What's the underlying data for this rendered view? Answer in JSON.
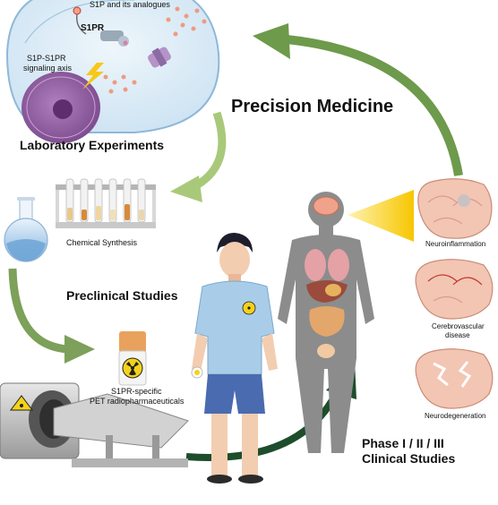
{
  "labels": {
    "s1p_analogues": "S1P and its analogues",
    "s1pr": "S1PR",
    "axis_line1": "S1P-S1PR",
    "axis_line2": "signaling axis",
    "lab_experiments": "Laboratory Experiments",
    "precision_medicine": "Precision Medicine",
    "chemical_synthesis": "Chemical Synthesis",
    "preclinical": "Preclinical Studies",
    "pet_line1": "S1PR-specific",
    "pet_line2": "PET radiopharmaceuticals",
    "neuroinflammation": "Neuroinflammation",
    "cerebro_line1": "Cerebrovascular",
    "cerebro_line2": "disease",
    "neurodegeneration": "Neurodegeneration",
    "phase": "Phase I / II / III",
    "clinical": "Clinical Studies"
  },
  "colors": {
    "arrow_green": "#6e9a4b",
    "arrow_light_green": "#a9c97a",
    "arrow_dark_green": "#1e4d2b",
    "cell_blue": "#d7eaf6",
    "nucleus_purple": "#8e5a9c",
    "beam_yellow": "#f7cf1a",
    "brain_pink": "#f1c0ae",
    "shirt_blue": "#a9cde8",
    "shorts_blue": "#4a6bb0",
    "silhouette_gray": "#8c8c8c"
  },
  "icons": [
    "radiation-icon",
    "brain-icon",
    "scanner-icon",
    "flask-icon",
    "test-tube-rack-icon",
    "vial-icon"
  ]
}
